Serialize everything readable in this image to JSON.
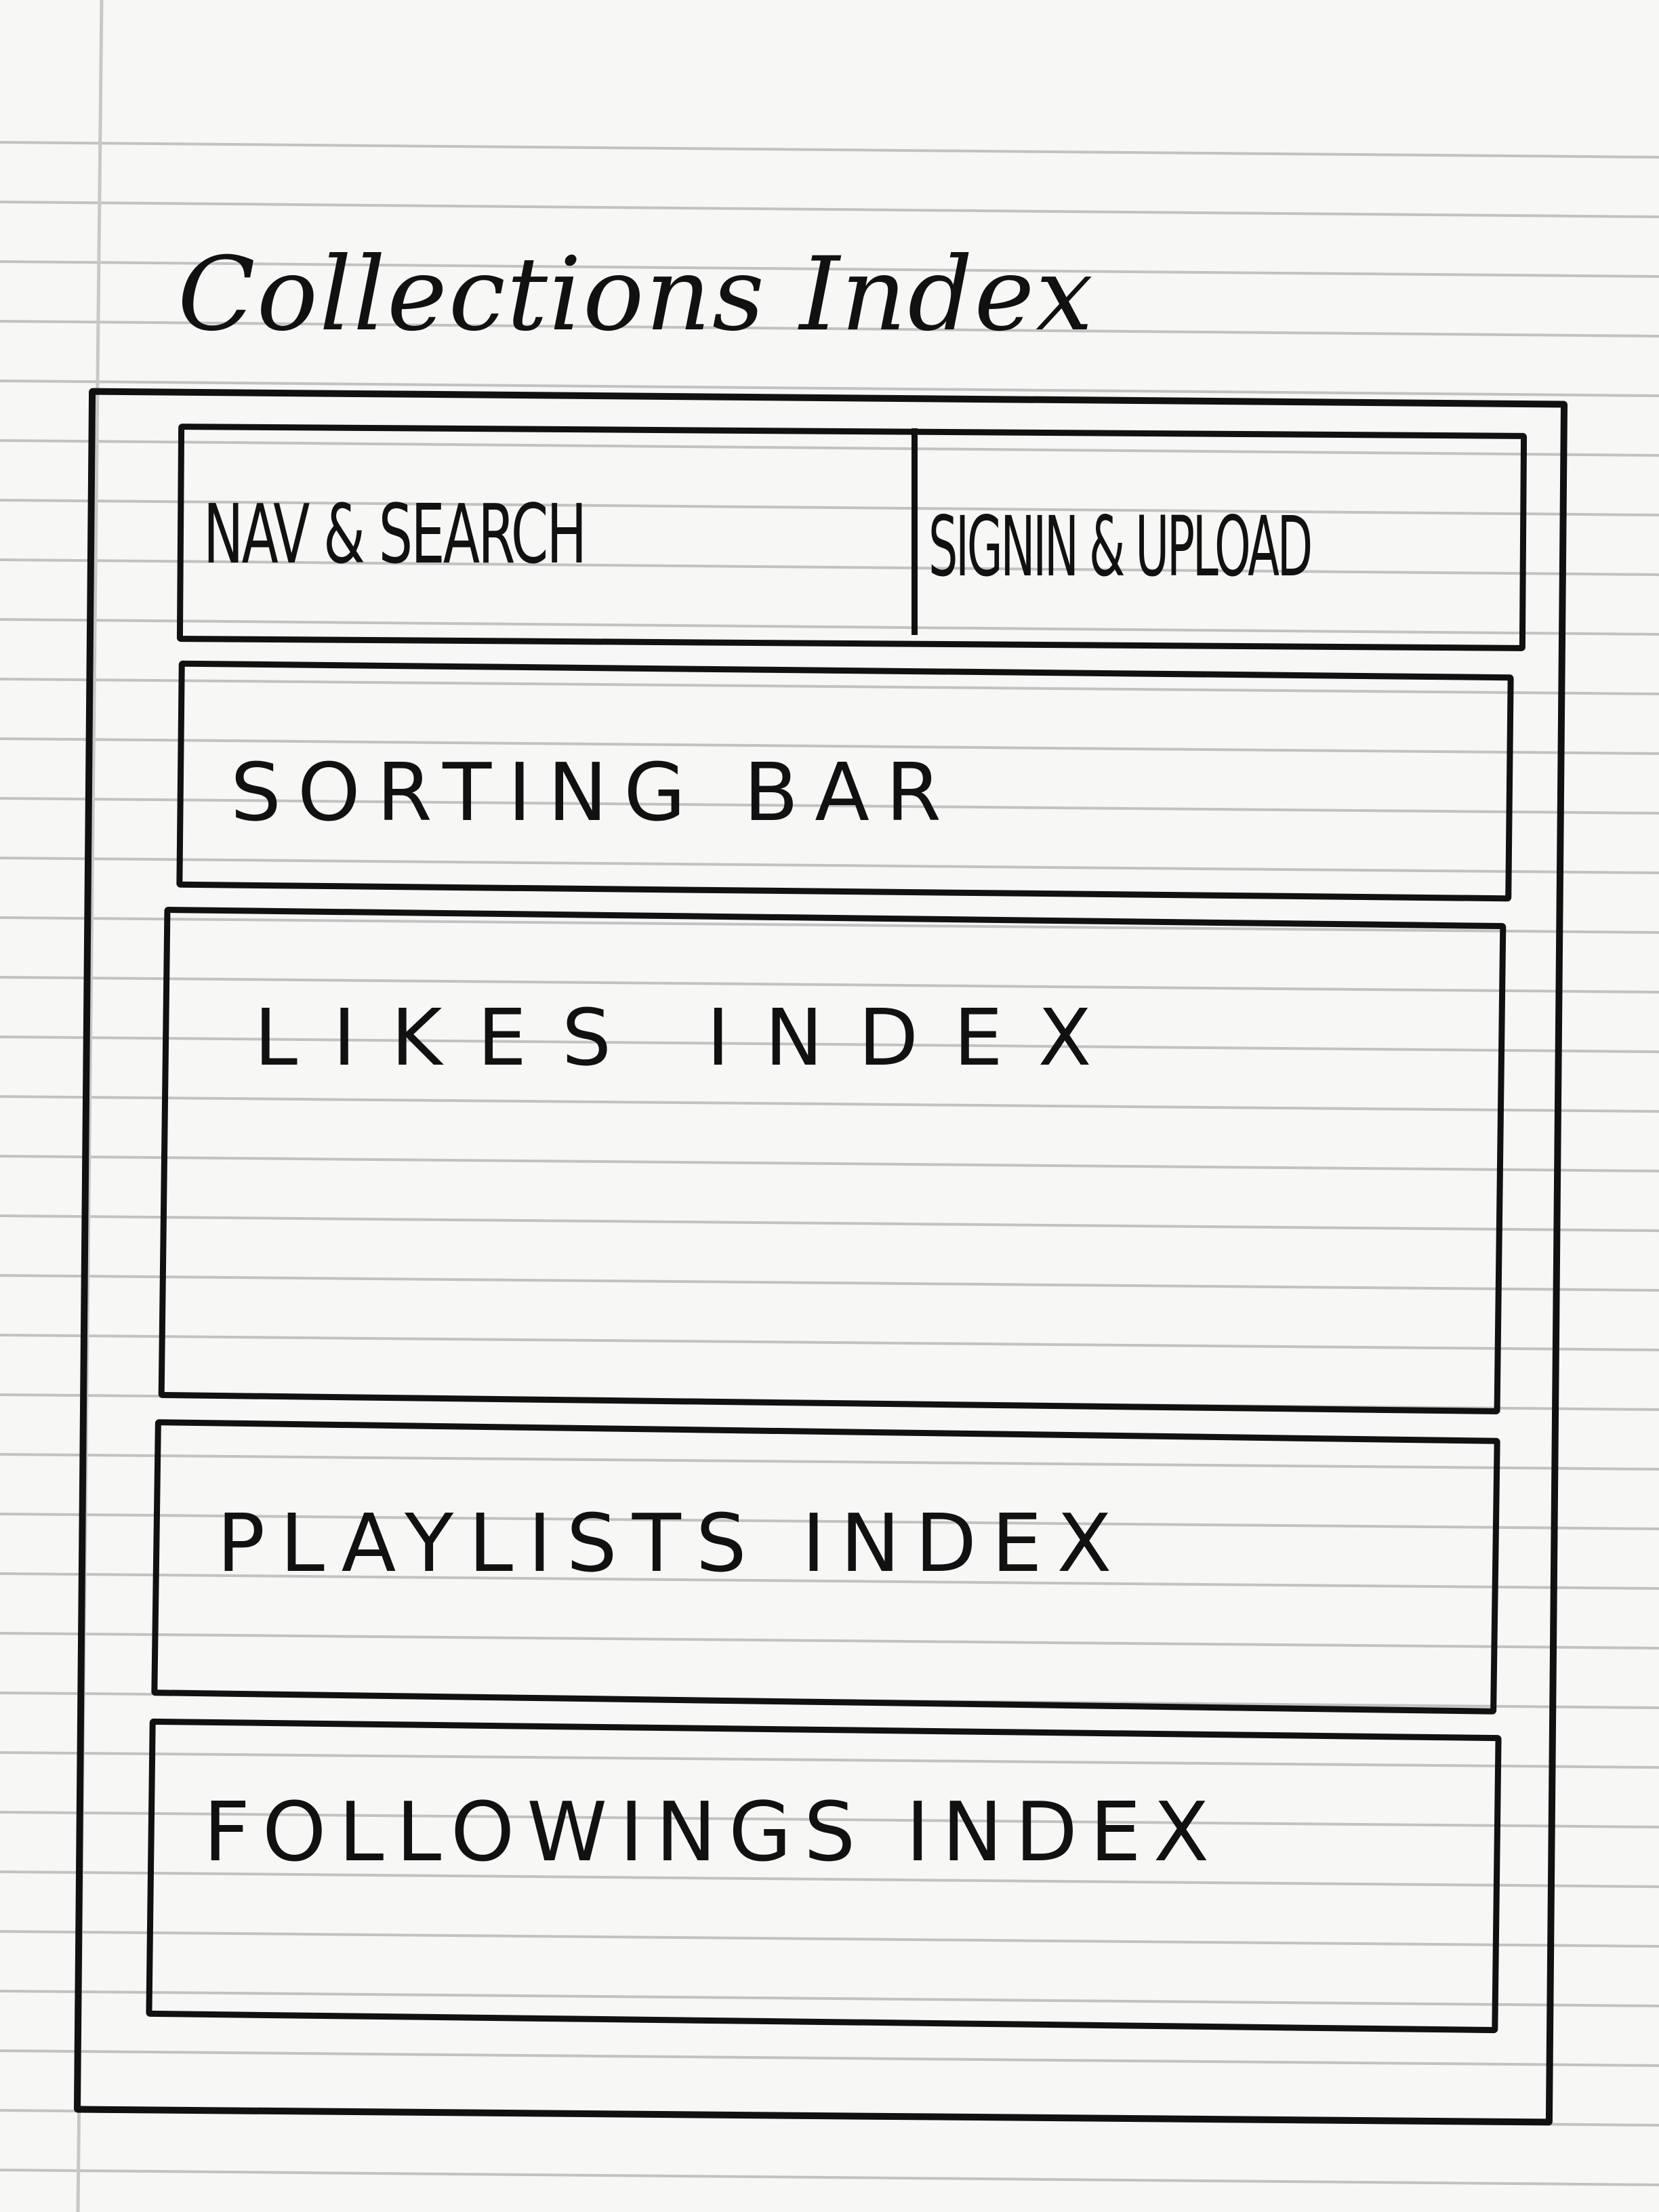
{
  "title": "Collections Index",
  "header": {
    "nav_label": "NAV & SEARCH",
    "signin_label": "SIGNIN & UPLOAD"
  },
  "sections": {
    "sorting_bar": "SORTING BAR",
    "likes_index": "LIKES INDEX",
    "playlists_index": "PLAYLISTS INDEX",
    "followings_index": "FOLLOWINGS INDEX"
  },
  "colors": {
    "ink": "#111111",
    "paper": "#f7f7f5",
    "rule_line": "#bdbdbd"
  }
}
